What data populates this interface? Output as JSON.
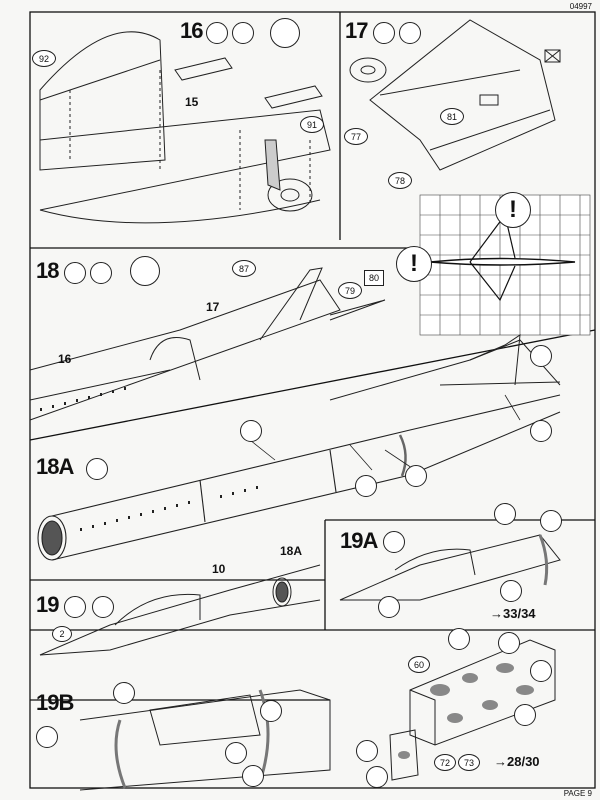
{
  "header": {
    "code": "04997"
  },
  "footer": {
    "page": "PAGE 9"
  },
  "steps": {
    "s16": {
      "label": "16",
      "parts": [
        "92",
        "15",
        "91"
      ]
    },
    "s17": {
      "label": "17",
      "parts": [
        "77",
        "81",
        "78"
      ]
    },
    "s18": {
      "label": "18",
      "parts": [
        "87",
        "17",
        "79",
        "80",
        "16"
      ]
    },
    "s18A": {
      "label": "18A"
    },
    "s19": {
      "label": "19",
      "parts": [
        "10",
        "2"
      ],
      "ref": "18A"
    },
    "s19A": {
      "label": "19A"
    },
    "s19B": {
      "label": "19B"
    },
    "s20": {
      "parts": [
        "60",
        "72",
        "73"
      ]
    }
  },
  "refs": {
    "r1": "→33/34",
    "r2": "→28/30"
  },
  "icons": [
    "glue-icon",
    "tape-icon",
    "clock-icon",
    "paint-icon",
    "warning-icon",
    "decal-icon"
  ]
}
